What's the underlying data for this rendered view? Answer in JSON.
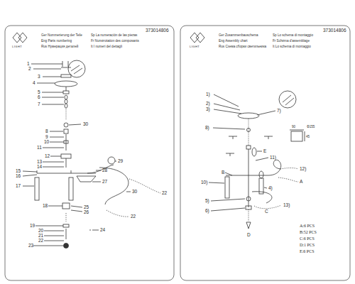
{
  "diagram": {
    "labels": [
      "373014806",
      "LIGHT",
      "Ger Nummerierung der Teile",
      "Eng Parts numbering",
      "Rus Нумерация деталей",
      "Sp La numeración de las piezas",
      "Fr Numérotation des composants",
      "It I numeri del dettagli",
      "1",
      "2",
      "3",
      "4",
      "5",
      "6",
      "7",
      "8",
      "9",
      "10",
      "11",
      "12",
      "13",
      "14",
      "15",
      "16",
      "17",
      "18",
      "19",
      "20",
      "21",
      "22",
      "23",
      "30",
      "29",
      "28",
      "27",
      "30",
      "22",
      "22",
      "24",
      "25",
      "26",
      "373014806",
      "LIGHT",
      "Ger Zusammenbauschema",
      "Eng Assembly chart",
      "Rus Схема сборки светильника",
      "Sp Lo schema di montaggio",
      "Fr Schéma d'assemblage",
      "It Lo schema di montaggio",
      "1)",
      "2)",
      "3)",
      "7)",
      "8)",
      "E",
      "11)",
      "B",
      "10)",
      "12)",
      "A",
      "4)",
      "5)",
      "6)",
      "13)",
      "C",
      "D",
      "90",
      "45",
      "Φ155",
      "A:6 PCS",
      "B:52 PCS",
      "C:6 PCS",
      "D:1 PCS",
      "E:6 PCS"
    ]
  }
}
